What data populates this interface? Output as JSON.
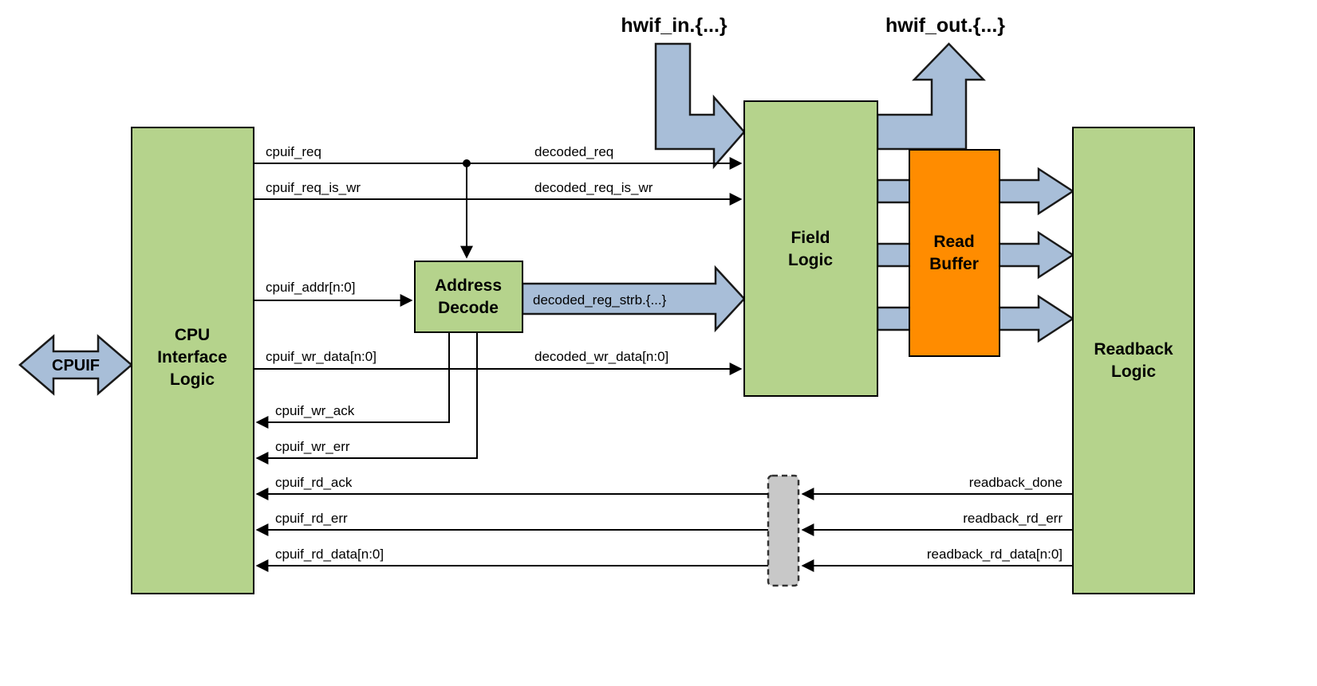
{
  "colors": {
    "block_green": "#b5d38c",
    "buffer_orange": "#ff8c00",
    "arrow_blue": "#a8bed8",
    "stage_gray": "#c8c8c8",
    "line_black": "#000000",
    "background": "#ffffff"
  },
  "blocks": {
    "cpuif_arrow_label": "CPUIF",
    "cpu_interface": {
      "line1": "CPU",
      "line2": "Interface",
      "line3": "Logic"
    },
    "address_decode": {
      "line1": "Address",
      "line2": "Decode"
    },
    "field_logic": {
      "line1": "Field",
      "line2": "Logic"
    },
    "read_buffer": {
      "line1": "Read",
      "line2": "Buffer"
    },
    "readback_logic": {
      "line1": "Readback",
      "line2": "Logic"
    }
  },
  "hwif": {
    "in_label": "hwif_in.{...}",
    "out_label": "hwif_out.{...}"
  },
  "signals": {
    "cpuif_req": "cpuif_req",
    "decoded_req": "decoded_req",
    "cpuif_req_is_wr": "cpuif_req_is_wr",
    "decoded_req_is_wr": "decoded_req_is_wr",
    "cpuif_addr": "cpuif_addr[n:0]",
    "decoded_reg_strb": "decoded_reg_strb.{...}",
    "cpuif_wr_data": "cpuif_wr_data[n:0]",
    "decoded_wr_data": "decoded_wr_data[n:0]",
    "cpuif_wr_ack": "cpuif_wr_ack",
    "cpuif_wr_err": "cpuif_wr_err",
    "cpuif_rd_ack": "cpuif_rd_ack",
    "readback_done": "readback_done",
    "cpuif_rd_err": "cpuif_rd_err",
    "readback_rd_err": "readback_rd_err",
    "cpuif_rd_data": "cpuif_rd_data[n:0]",
    "readback_rd_data": "readback_rd_data[n:0]"
  }
}
